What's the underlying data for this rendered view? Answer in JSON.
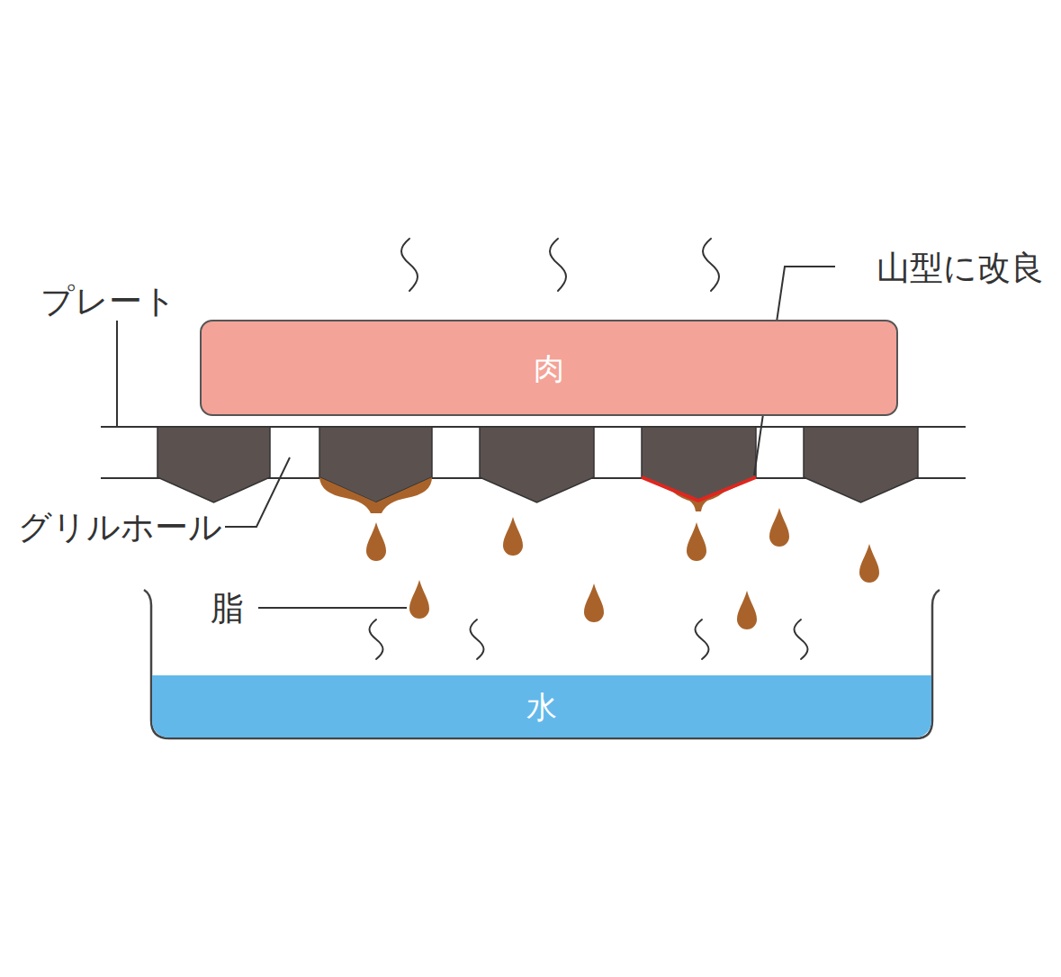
{
  "diagram": {
    "nodes": [
      {
        "text": [
          "肉"
        ]
      },
      {
        "text": [
          "水"
        ]
      }
    ],
    "labels": [
      "プレート",
      "山型に改良",
      "グリルホール",
      "脂"
    ]
  }
}
